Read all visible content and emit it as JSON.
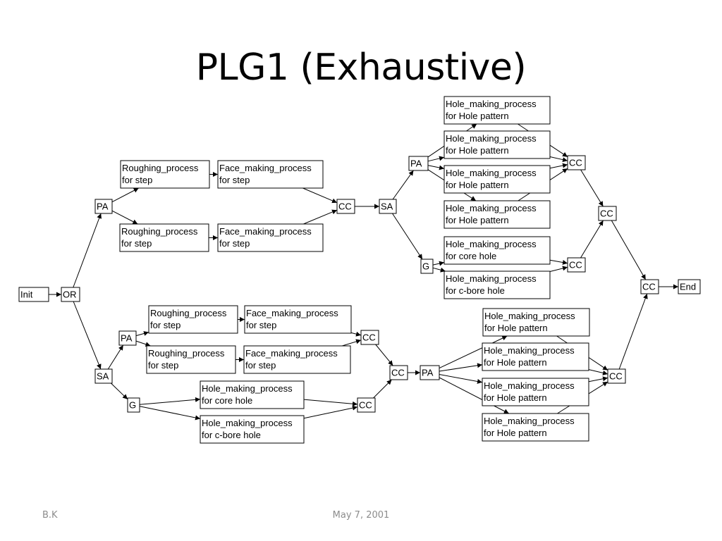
{
  "slide": {
    "title": "PLG1 (Exhaustive)",
    "footer_left": "B.K",
    "footer_center": "May 7, 2001"
  },
  "diagram": {
    "nodes": {
      "init": [
        "Init"
      ],
      "or": [
        "OR"
      ],
      "pa_top": [
        "PA"
      ],
      "rough_a": [
        "Roughing_process",
        "for step"
      ],
      "face_a": [
        "Face_making_process",
        "for step"
      ],
      "rough_b": [
        "Roughing_process",
        "for step"
      ],
      "face_b": [
        "Face_making_process",
        "for step"
      ],
      "cc_top1": [
        "CC"
      ],
      "sa_top": [
        "SA"
      ],
      "pa_top2": [
        "PA"
      ],
      "hole_t1": [
        "Hole_making_process",
        "for Hole pattern"
      ],
      "hole_t2": [
        "Hole_making_process",
        "for Hole pattern"
      ],
      "hole_t3": [
        "Hole_making_process",
        "for Hole pattern"
      ],
      "hole_t4": [
        "Hole_making_process",
        "for Hole pattern"
      ],
      "cc_top_pa": [
        "CC"
      ],
      "g_top": [
        "G"
      ],
      "hole_core_top": [
        "Hole_making_process",
        "for core hole"
      ],
      "hole_cbore_top": [
        "Hole_making_process",
        "for c-bore hole"
      ],
      "cc_top_g": [
        "CC"
      ],
      "cc_top_merge": [
        "CC"
      ],
      "cc_final": [
        "CC"
      ],
      "end": [
        "End"
      ],
      "sa_bot": [
        "SA"
      ],
      "pa_bot": [
        "PA"
      ],
      "rough_c": [
        "Roughing_process",
        "for step"
      ],
      "face_c": [
        "Face_making_process",
        "for step"
      ],
      "rough_d": [
        "Roughing_process",
        "for step"
      ],
      "face_d": [
        "Face_making_process",
        "for step"
      ],
      "cc_bot_pa": [
        "CC"
      ],
      "g_bot": [
        "G"
      ],
      "hole_core_bot": [
        "Hole_making_process",
        "for core hole"
      ],
      "hole_cbore_bot": [
        "Hole_making_process",
        "for c-bore hole"
      ],
      "cc_bot_g": [
        "CC"
      ],
      "cc_bot_merge": [
        "CC"
      ],
      "pa_bot2": [
        "PA"
      ],
      "hole_b1": [
        "Hole_making_process",
        "for Hole pattern"
      ],
      "hole_b2": [
        "Hole_making_process",
        "for Hole pattern"
      ],
      "hole_b3": [
        "Hole_making_process",
        "for Hole pattern"
      ],
      "hole_b4": [
        "Hole_making_process",
        "for Hole pattern"
      ],
      "cc_bot_final": [
        "CC"
      ]
    },
    "edges": [
      [
        "init",
        "or"
      ],
      [
        "or",
        "pa_top"
      ],
      [
        "or",
        "sa_bot"
      ],
      [
        "pa_top",
        "rough_a"
      ],
      [
        "pa_top",
        "rough_b"
      ],
      [
        "rough_a",
        "face_a"
      ],
      [
        "rough_b",
        "face_b"
      ],
      [
        "face_a",
        "cc_top1"
      ],
      [
        "face_b",
        "cc_top1"
      ],
      [
        "cc_top1",
        "sa_top"
      ],
      [
        "sa_top",
        "pa_top2"
      ],
      [
        "sa_top",
        "g_top"
      ],
      [
        "pa_top2",
        "hole_t1"
      ],
      [
        "pa_top2",
        "hole_t2"
      ],
      [
        "pa_top2",
        "hole_t3"
      ],
      [
        "pa_top2",
        "hole_t4"
      ],
      [
        "hole_t1",
        "cc_top_pa"
      ],
      [
        "hole_t2",
        "cc_top_pa"
      ],
      [
        "hole_t3",
        "cc_top_pa"
      ],
      [
        "hole_t4",
        "cc_top_pa"
      ],
      [
        "g_top",
        "hole_core_top"
      ],
      [
        "g_top",
        "hole_cbore_top"
      ],
      [
        "hole_core_top",
        "cc_top_g"
      ],
      [
        "hole_cbore_top",
        "cc_top_g"
      ],
      [
        "cc_top_pa",
        "cc_top_merge"
      ],
      [
        "cc_top_g",
        "cc_top_merge"
      ],
      [
        "cc_top_merge",
        "cc_final"
      ],
      [
        "cc_final",
        "end"
      ],
      [
        "sa_bot",
        "pa_bot"
      ],
      [
        "sa_bot",
        "g_bot"
      ],
      [
        "pa_bot",
        "rough_c"
      ],
      [
        "pa_bot",
        "rough_d"
      ],
      [
        "rough_c",
        "face_c"
      ],
      [
        "rough_d",
        "face_d"
      ],
      [
        "face_c",
        "cc_bot_pa"
      ],
      [
        "face_d",
        "cc_bot_pa"
      ],
      [
        "g_bot",
        "hole_core_bot"
      ],
      [
        "g_bot",
        "hole_cbore_bot"
      ],
      [
        "hole_core_bot",
        "cc_bot_g"
      ],
      [
        "hole_cbore_bot",
        "cc_bot_g"
      ],
      [
        "cc_bot_pa",
        "cc_bot_merge"
      ],
      [
        "cc_bot_g",
        "cc_bot_merge"
      ],
      [
        "cc_bot_merge",
        "pa_bot2"
      ],
      [
        "pa_bot2",
        "hole_b1"
      ],
      [
        "pa_bot2",
        "hole_b2"
      ],
      [
        "pa_bot2",
        "hole_b3"
      ],
      [
        "pa_bot2",
        "hole_b4"
      ],
      [
        "hole_b1",
        "cc_bot_final"
      ],
      [
        "hole_b2",
        "cc_bot_final"
      ],
      [
        "hole_b3",
        "cc_bot_final"
      ],
      [
        "hole_b4",
        "cc_bot_final"
      ],
      [
        "cc_bot_final",
        "cc_final"
      ]
    ]
  }
}
